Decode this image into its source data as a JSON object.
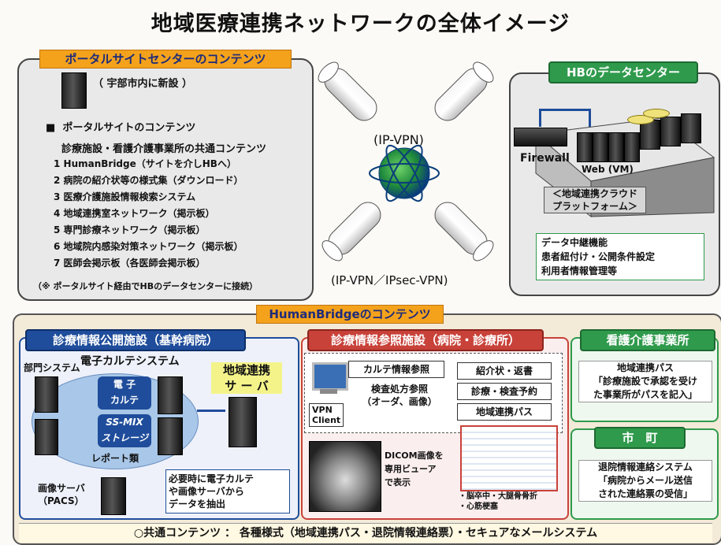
{
  "title": "地域医療連携ネットワークの全体イメージ",
  "portal": {
    "tag": "ポータルサイトセンターのコンテンツ",
    "new_note": "（ 宇部市内に新設 ）",
    "section_title": "ポータルサイトのコンテンツ",
    "subtitle": "診療施設・看護介護事業所の共通コンテンツ",
    "items": [
      "1  HumanBridge（サイトを介しHBへ）",
      "2  病院の紹介状等の様式集（ダウンロード）",
      "3  医療介護施設情報検索システム",
      "4  地域連携室ネットワーク（掲示板）",
      "5  専門診療ネットワーク（掲示板）",
      "6  地域院内感染対策ネットワーク（掲示板）",
      "7  医師会掲示板（各医師会掲示板）"
    ],
    "footer": "（※ ポータルサイト経由でHBのデータセンターに接続）"
  },
  "network": {
    "ip_vpn_top": "(IP-VPN)",
    "ip_vpn_bottom": "(IP-VPN／IPsec-VPN)"
  },
  "datacenter": {
    "tag": "HBのデータセンター",
    "firewall": "Firewall",
    "web": "Web (VM)",
    "cloud": "＜地域連携クラウド\nプラットフォーム＞",
    "relay": "データ中継機能\n患者紐付け・公開条件設定\n利用者情報管理等"
  },
  "hb": {
    "tag": "HumanBridgeのコンテンツ",
    "core": {
      "tag": "診療情報公開施設（基幹病院）",
      "dept": "部門システム",
      "emr_system": "電子カルテシステム",
      "emr": "電 子\nカルテ",
      "ssmix": "SS-MIX\nストレージ",
      "reports": "レポート類",
      "hb_server": "地域連携\nサ ー バ",
      "pacs": "画像サーバ\n（PACS）",
      "extract": "必要時に電子カルテ\nや画像サーバから\nデータを抽出"
    },
    "ref": {
      "tag": "診療情報参照施設（病院・診療所）",
      "vpn": "VPN\nClient",
      "karte_ref": "カルテ情報参照",
      "exam_ref": "検査処方参照\n（オーダ、画像）",
      "referral": "紹介状・返書",
      "booking": "診療・検査予約",
      "path": "地域連携パス",
      "dicom": "DICOM画像を\n専用ビューア\nで表示",
      "notes": "・脳卒中・大腿骨骨折\n・心筋梗塞"
    },
    "care": {
      "tag": "看護介護事業所",
      "desc": "地域連携パス\n「診療施設で承認を受け\nた事業所がパスを記入」"
    },
    "city": {
      "tag": "市　町",
      "desc": "退院情報連絡システム\n「病院からメール送信\nされた連絡票の受信」"
    },
    "common": "○共通コンテンツ ： 各種様式（地域連携パス・退院情報連絡票）・セキュアなメールシステム"
  },
  "colors": {
    "orange": "#f4a21c",
    "blue": "#1f4d9b",
    "red": "#c8423a",
    "green": "#2f9a4c",
    "yellow": "#f4f38a"
  }
}
